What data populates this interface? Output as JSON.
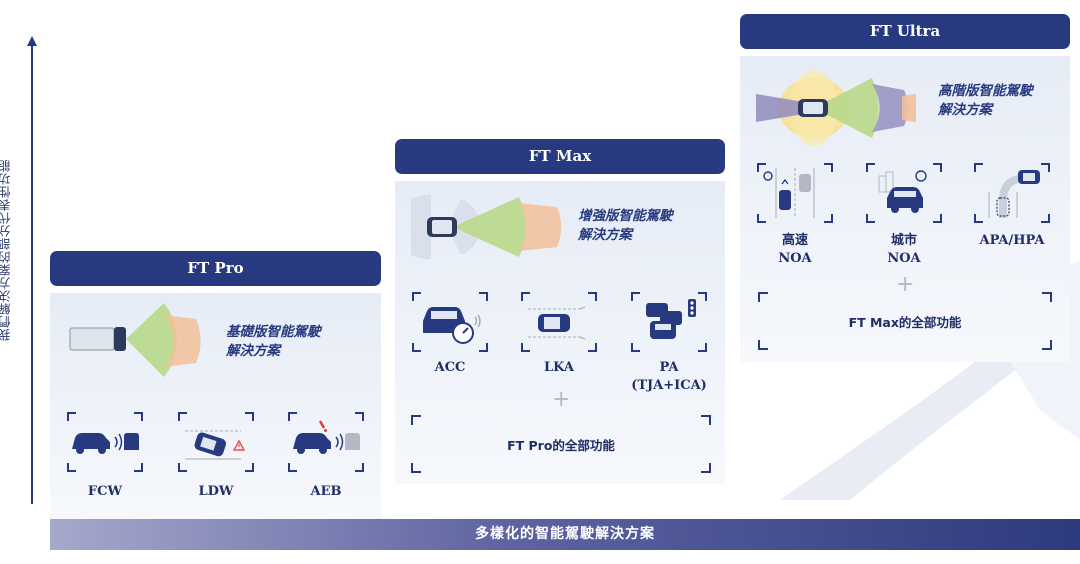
{
  "y_axis": {
    "label": "我們解決方案的部分代表性功能"
  },
  "bottom_banner": {
    "label": "多樣化的智能駕駛解決方案"
  },
  "colors": {
    "navy": "#283a7f",
    "green_cone": "#b9d88a",
    "orange_cone": "#f2c09a",
    "purple_cone": "#8f8bbd",
    "yellow_halo": "#f6df8a"
  },
  "cards": {
    "pro": {
      "title": "FT Pro",
      "caption_line1": "基礎版智能駕駛",
      "caption_line2": "解決方案",
      "features": [
        {
          "label": "FCW",
          "icon": "forward-collision-icon"
        },
        {
          "label": "LDW",
          "icon": "lane-departure-icon"
        },
        {
          "label": "AEB",
          "icon": "emergency-brake-icon"
        }
      ]
    },
    "max": {
      "title": "FT Max",
      "caption_line1": "增強版智能駕駛",
      "caption_line2": "解決方案",
      "features": [
        {
          "label": "ACC",
          "icon": "adaptive-cruise-icon"
        },
        {
          "label": "LKA",
          "icon": "lane-keeping-icon"
        },
        {
          "label_line1": "PA",
          "label_line2": "(TJA+ICA)",
          "icon": "pilot-assist-icon"
        }
      ],
      "includes": "FT Pro的全部功能"
    },
    "ultra": {
      "title": "FT Ultra",
      "caption_line1": "高階版智能駕駛",
      "caption_line2": "解決方案",
      "features": [
        {
          "label_line1": "高速",
          "label_line2": "NOA",
          "icon": "highway-noa-icon"
        },
        {
          "label_line1": "城市",
          "label_line2": "NOA",
          "icon": "city-noa-icon"
        },
        {
          "label": "APA/HPA",
          "icon": "auto-parking-icon"
        }
      ],
      "includes": "FT Max的全部功能"
    }
  }
}
